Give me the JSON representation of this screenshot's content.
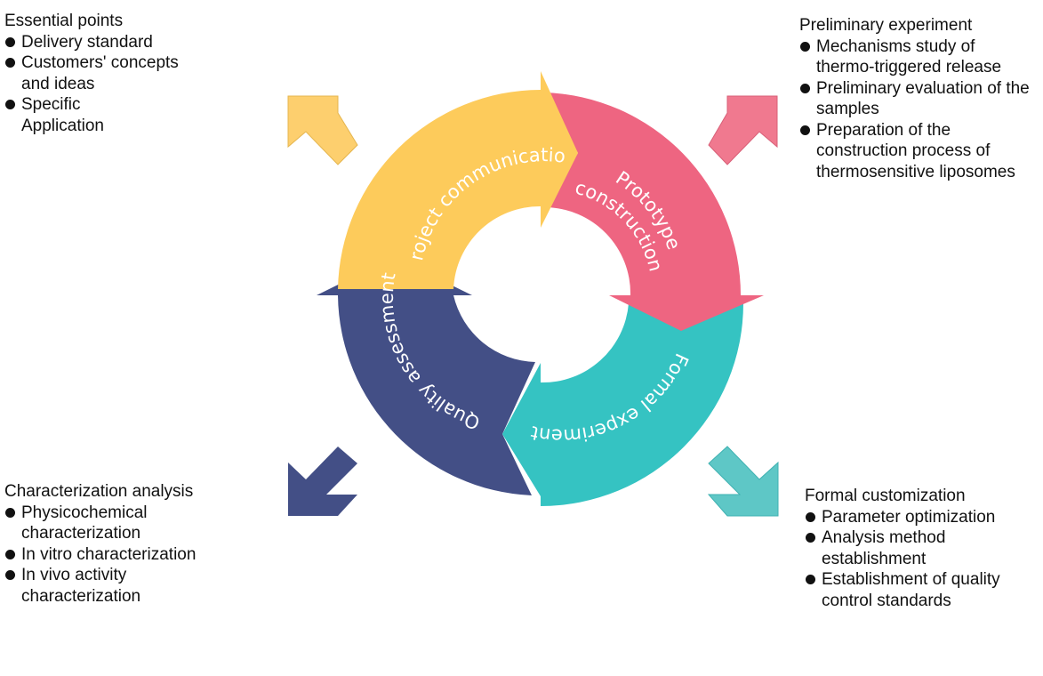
{
  "cycle": {
    "segments": [
      {
        "label": "Project communication",
        "color": "#FDCB5B"
      },
      {
        "label": "Prototype",
        "label2": "construction",
        "color": "#EE6581"
      },
      {
        "label": "Formal experiment",
        "color": "#35C3C2"
      },
      {
        "label": "Quality assessment",
        "color": "#434F86"
      }
    ]
  },
  "panels": {
    "top_left": {
      "title": "Essential points",
      "items": [
        "Delivery standard",
        "Customers' concepts and ideas",
        "Specific Application"
      ],
      "arrow_color": "#FDCF6E"
    },
    "top_right": {
      "title": "Preliminary experiment",
      "items": [
        "Mechanisms study of thermo-triggered release",
        "Preliminary evaluation of the samples",
        "Preparation of the construction process of thermosensitive liposomes"
      ],
      "arrow_color": "#F0798F"
    },
    "bottom_left": {
      "title": "Characterization analysis",
      "items": [
        "Physicochemical characterization",
        "In vitro characterization",
        "In vivo activity characterization"
      ],
      "arrow_color": "#434F86"
    },
    "bottom_right": {
      "title": "Formal customization",
      "items": [
        "Parameter optimization",
        "Analysis method establishment",
        "Establishment of quality control standards"
      ],
      "arrow_color": "#5EC7C6"
    }
  }
}
